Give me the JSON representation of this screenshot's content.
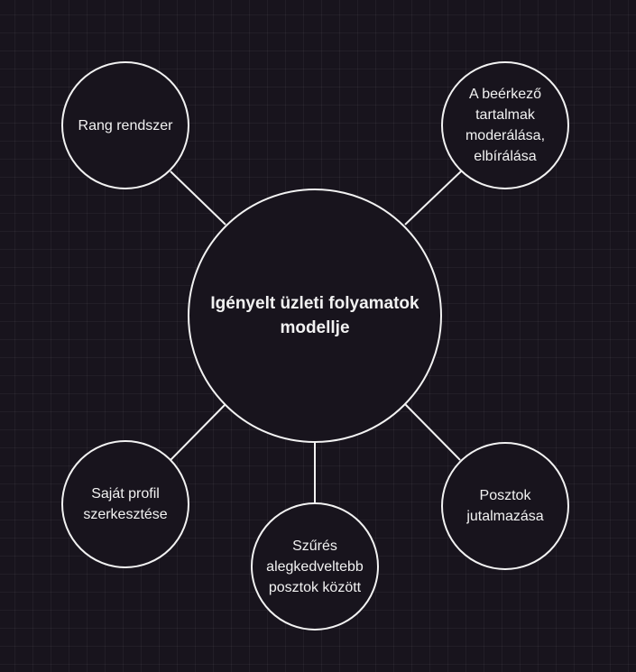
{
  "diagram": {
    "colors": {
      "background": "#18141d",
      "stroke": "#f2f2f2",
      "text": "#f2f2f2"
    },
    "center": {
      "label": "Igényelt üzleti folyamatok\nmodellje"
    },
    "nodes": [
      {
        "id": "rang",
        "label": "Rang rendszer"
      },
      {
        "id": "moderalas",
        "label": "A beérkező\ntartalmak\nmoderálása,\nelbírálása"
      },
      {
        "id": "profil",
        "label": "Saját profil\nszerkesztése"
      },
      {
        "id": "szures",
        "label": "Szűrés\nalegkedveltebb\nposztok között"
      },
      {
        "id": "jutalmazas",
        "label": "Posztok\njutalmazása"
      }
    ]
  }
}
